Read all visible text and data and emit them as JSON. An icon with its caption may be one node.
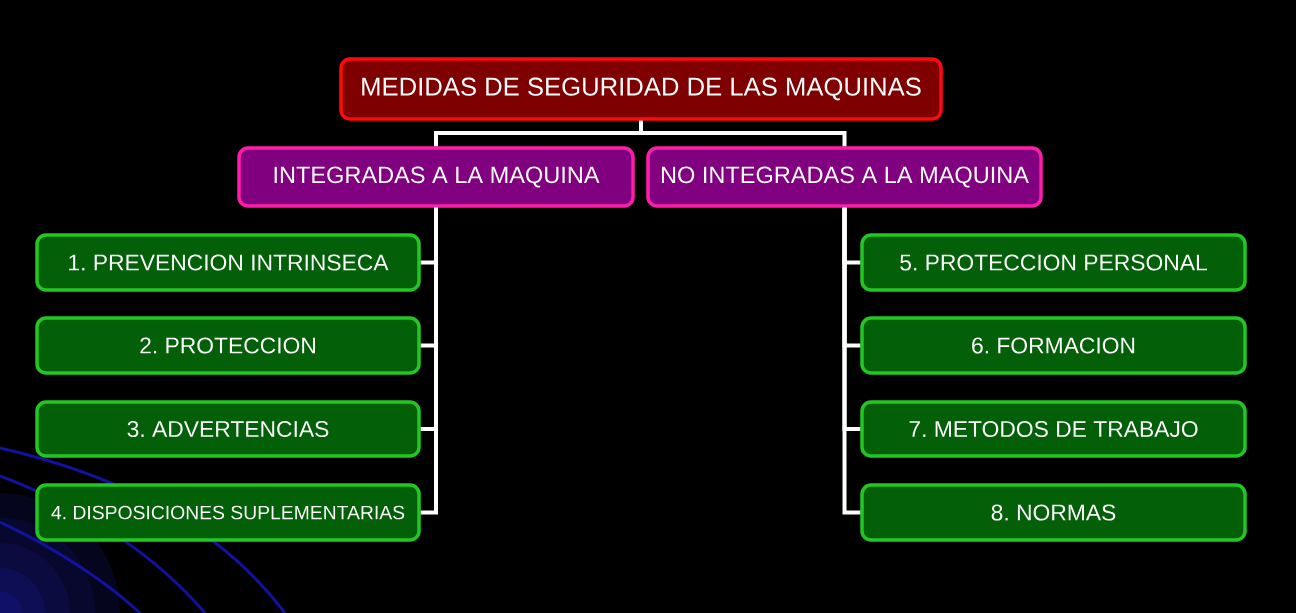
{
  "diagram": {
    "nodes": [
      {
        "text": [
          "MEDIDAS DE SEGURIDAD DE LAS MAQUINAS"
        ]
      },
      {
        "text": [
          "INTEGRADAS A LA MAQUINA"
        ]
      },
      {
        "text": [
          "NO INTEGRADAS A LA MAQUINA"
        ]
      },
      {
        "text": [
          "1. PREVENCION INTRINSECA"
        ]
      },
      {
        "text": [
          "2. PROTECCION"
        ]
      },
      {
        "text": [
          "3. ADVERTENCIAS"
        ]
      },
      {
        "text": [
          "4. DISPOSICIONES SUPLEMENTARIAS"
        ]
      },
      {
        "text": [
          "5. PROTECCION PERSONAL"
        ]
      },
      {
        "text": [
          "6. FORMACION"
        ]
      },
      {
        "text": [
          "7. METODOS DE TRABAJO"
        ]
      },
      {
        "text": [
          "8. NORMAS"
        ]
      }
    ],
    "edges": [
      {
        "from": 0,
        "to": 1,
        "arrow": "none"
      },
      {
        "from": 0,
        "to": 2,
        "arrow": "none"
      },
      {
        "from": 1,
        "to": 3,
        "arrow": "none"
      },
      {
        "from": 1,
        "to": 4,
        "arrow": "none"
      },
      {
        "from": 1,
        "to": 5,
        "arrow": "none"
      },
      {
        "from": 1,
        "to": 6,
        "arrow": "none"
      },
      {
        "from": 2,
        "to": 7,
        "arrow": "none"
      },
      {
        "from": 2,
        "to": 8,
        "arrow": "none"
      },
      {
        "from": 2,
        "to": 9,
        "arrow": "none"
      },
      {
        "from": 2,
        "to": 10,
        "arrow": "none"
      }
    ]
  }
}
